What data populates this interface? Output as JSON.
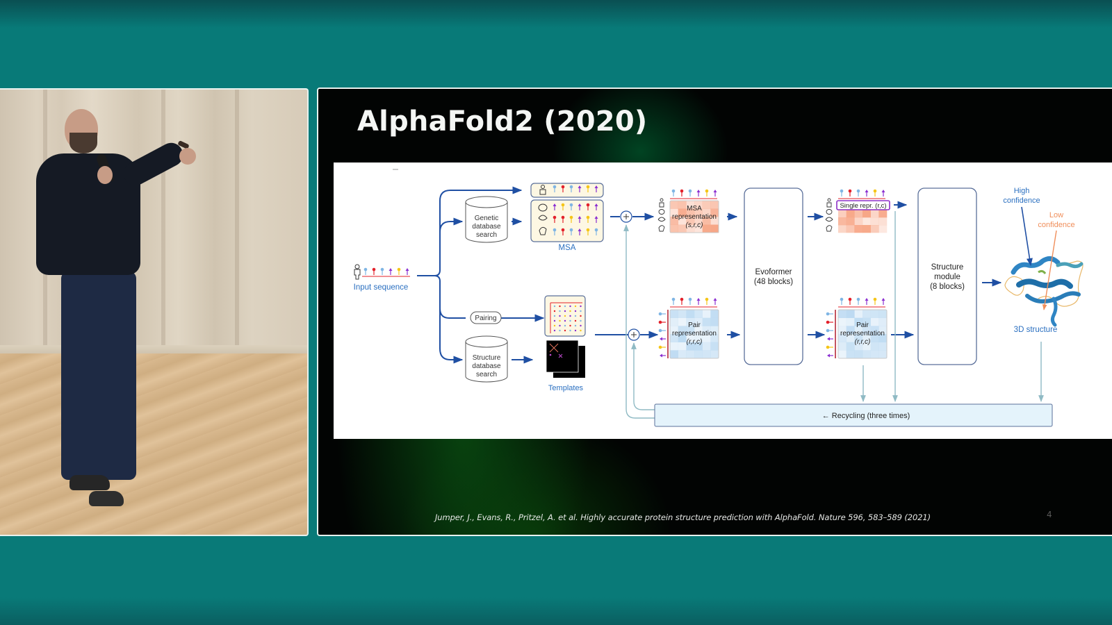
{
  "slide": {
    "title": "AlphaFold2 (2020)",
    "citation": "Jumper, J., Evans, R., Pritzel, A. et al. Highly accurate protein structure prediction with AlphaFold. Nature 596, 583–589 (2021)",
    "page_number": "4"
  },
  "diagram": {
    "input": {
      "label": "Input sequence"
    },
    "genetic_db": {
      "line1": "Genetic",
      "line2": "database",
      "line3": "search"
    },
    "msa": {
      "label": "MSA"
    },
    "pairing": {
      "label": "Pairing"
    },
    "structure_db": {
      "line1": "Structure",
      "line2": "database",
      "line3": "search"
    },
    "templates": {
      "label": "Templates"
    },
    "msa_repr": {
      "line1": "MSA",
      "line2": "representation",
      "line3": "(s,r,c)"
    },
    "pair_repr_in": {
      "line1": "Pair",
      "line2": "representation",
      "line3": "(r,r,c)"
    },
    "evoformer": {
      "line1": "Evoformer",
      "line2": "(48 blocks)"
    },
    "single_repr": {
      "label": "Single repr. (r,c)"
    },
    "pair_repr_out": {
      "line1": "Pair",
      "line2": "representation",
      "line3": "(r,r,c)"
    },
    "structure_module": {
      "line1": "Structure",
      "line2": "module",
      "line3": "(8 blocks)"
    },
    "confidence": {
      "high_line1": "High",
      "high_line2": "confidence",
      "low_line1": "Low",
      "low_line2": "confidence"
    },
    "output": {
      "label": "3D structure"
    },
    "recycling": {
      "label": "← Recycling (three times)"
    },
    "colors": {
      "arrow": "#1f4fa3",
      "recycle_line": "#8fbac4",
      "msa_fill": "#f7a585",
      "pair_fill": "#bcdaf2",
      "single_border": "#8e2fc7",
      "recycling_fill": "#e4f3fb",
      "high_confidence": "#2a6fc0",
      "low_confidence": "#f08e5a"
    },
    "residue_colors": [
      "#7fb5e4",
      "#e3202a",
      "#7fb5e4",
      "#8b2fd1",
      "#f5c517",
      "#8b2fd1"
    ]
  },
  "video": {
    "subject": "speaker-with-microphone"
  }
}
